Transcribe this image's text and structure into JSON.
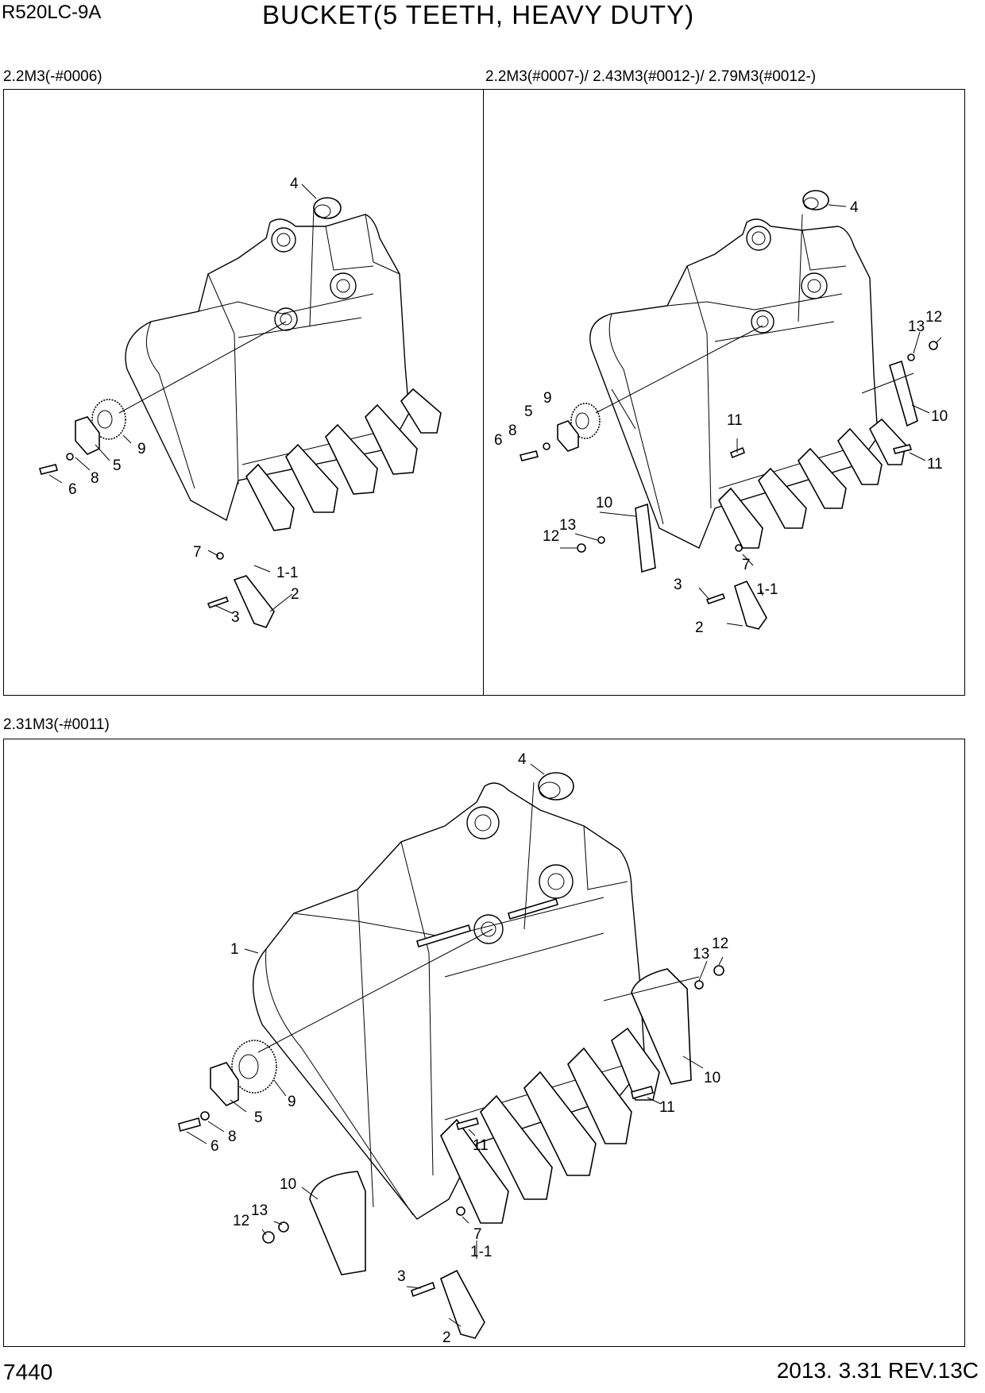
{
  "header": {
    "model": "R520LC-9A",
    "title": "BUCKET(5 TEETH, HEAVY DUTY)"
  },
  "panels": {
    "top_left": {
      "caption": "2.2M3(-#0006)",
      "callouts": [
        "4",
        "9",
        "5",
        "8",
        "6",
        "7",
        "1-1",
        "2",
        "3"
      ]
    },
    "top_right": {
      "caption": "2.2M3(#0007-)/ 2.43M3(#0012-)/ 2.79M3(#0012-)",
      "callouts": [
        "4",
        "13",
        "12",
        "9",
        "5",
        "8",
        "6",
        "10",
        "11",
        "11",
        "10",
        "13",
        "12",
        "7",
        "3",
        "1-1",
        "2"
      ]
    },
    "bottom": {
      "caption": "2.31M3(-#0011)",
      "callouts": [
        "4",
        "1",
        "13",
        "12",
        "9",
        "5",
        "8",
        "6",
        "10",
        "11",
        "11",
        "10",
        "12",
        "13",
        "7",
        "1-1",
        "3",
        "2"
      ]
    }
  },
  "footer": {
    "page_number": "7440",
    "revision": "2013. 3.31  REV.13C"
  }
}
